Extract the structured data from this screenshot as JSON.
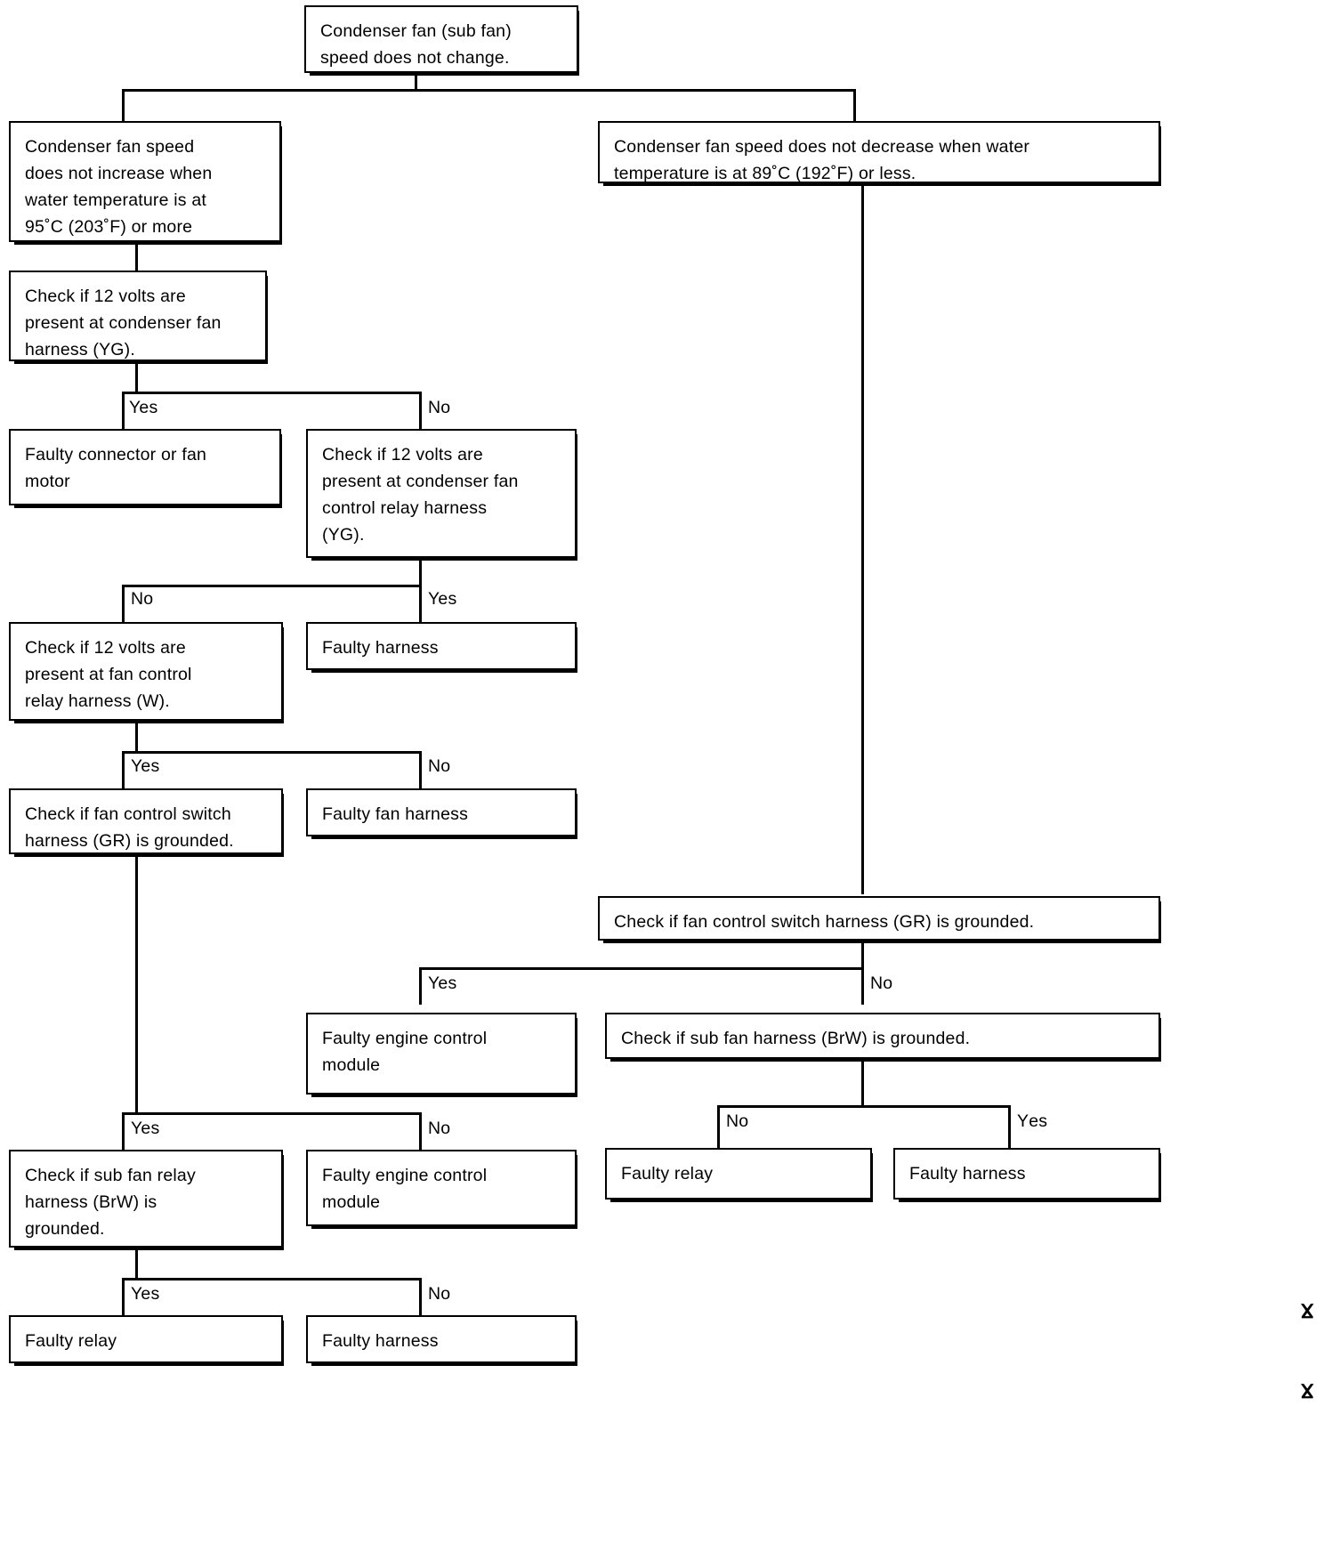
{
  "title": "Condenser fan (sub fan) speed does not change.",
  "chart_data": {
    "type": "diagram",
    "subtype": "troubleshooting-flowchart",
    "title": "Condenser fan (sub fan) speed does not change.",
    "nodes": [
      {
        "id": "root",
        "label": "Condenser fan (sub fan)\nspeed does not change."
      },
      {
        "id": "L1",
        "label": "Condenser fan speed\ndoes not increase when\nwater temperature is at\n95˚C (203˚F) or more"
      },
      {
        "id": "R1",
        "label": "Condenser fan speed does not decrease when water\ntemperature is at 89˚C (192˚F) or less."
      },
      {
        "id": "L2",
        "label": "Check if 12 volts are\npresent at condenser fan\nharness (YG)."
      },
      {
        "id": "L3a",
        "label": "Faulty connector or fan\nmotor"
      },
      {
        "id": "L3b",
        "label": "Check if 12 volts are\npresent at condenser fan\ncontrol relay harness\n(YG)."
      },
      {
        "id": "L4a",
        "label": "Check if 12 volts are\npresent at fan control\nrelay harness (W)."
      },
      {
        "id": "L4b",
        "label": "Faulty harness"
      },
      {
        "id": "L5a",
        "label": "Check if fan control switch\nharness (GR) is grounded."
      },
      {
        "id": "L5b",
        "label": "Faulty fan harness"
      },
      {
        "id": "L6a",
        "label": "Check if sub fan relay\nharness (BrW) is\ngrounded."
      },
      {
        "id": "L6b",
        "label": "Faulty engine control\nmodule"
      },
      {
        "id": "L7a",
        "label": "Faulty relay"
      },
      {
        "id": "L7b",
        "label": "Faulty harness"
      },
      {
        "id": "R2",
        "label": "Check if fan control switch harness (GR) is grounded."
      },
      {
        "id": "R3a",
        "label": "Faulty engine control\nmodule"
      },
      {
        "id": "R3b",
        "label": "Check if sub fan harness (BrW) is grounded."
      },
      {
        "id": "R4a",
        "label": "Faulty relay"
      },
      {
        "id": "R4b",
        "label": "Faulty harness"
      }
    ],
    "edges": [
      {
        "from": "root",
        "to": "L1",
        "label": ""
      },
      {
        "from": "root",
        "to": "R1",
        "label": ""
      },
      {
        "from": "L1",
        "to": "L2",
        "label": ""
      },
      {
        "from": "L2",
        "to": "L3a",
        "label": "Yes"
      },
      {
        "from": "L2",
        "to": "L3b",
        "label": "No"
      },
      {
        "from": "L3b",
        "to": "L4a",
        "label": "No"
      },
      {
        "from": "L3b",
        "to": "L4b",
        "label": "Yes"
      },
      {
        "from": "L4a",
        "to": "L5a",
        "label": "Yes"
      },
      {
        "from": "L4a",
        "to": "L5b",
        "label": "No"
      },
      {
        "from": "L5a",
        "to": "L6a",
        "label": "Yes"
      },
      {
        "from": "L5a",
        "to": "L6b",
        "label": "No"
      },
      {
        "from": "L6a",
        "to": "L7a",
        "label": "Yes"
      },
      {
        "from": "L6a",
        "to": "L7b",
        "label": "No"
      },
      {
        "from": "R1",
        "to": "R2",
        "label": ""
      },
      {
        "from": "R2",
        "to": "R3a",
        "label": "Yes"
      },
      {
        "from": "R2",
        "to": "R3b",
        "label": "No"
      },
      {
        "from": "R3b",
        "to": "R4a",
        "label": "No"
      },
      {
        "from": "R3b",
        "to": "R4b",
        "label": "Yes"
      }
    ]
  },
  "nodes": {
    "root": "Condenser fan (sub fan)\nspeed does not change.",
    "left_symptom": "Condenser fan speed\ndoes not increase when\nwater temperature is at\n95˚C (203˚F) or more",
    "right_symptom": "Condenser fan speed does not decrease when water\ntemperature is at 89˚C (192˚F) or less.",
    "check_condenser_fan_harness": "Check if 12 volts are\npresent at condenser fan\nharness (YG).",
    "faulty_connector_or_fan_motor": "Faulty connector or fan\nmotor",
    "check_condenser_fan_control_relay_harness": "Check if 12 volts are\npresent at condenser fan\ncontrol relay harness\n(YG).",
    "check_fan_control_relay_harness_w": "Check if 12 volts are\npresent at fan control\nrelay harness (W).",
    "faulty_harness_1": "Faulty harness",
    "check_fan_control_switch_harness_left": "Check if fan control switch\nharness (GR) is grounded.",
    "faulty_fan_harness": "Faulty fan harness",
    "check_sub_fan_relay_harness_left": "Check if sub fan relay\nharness (BrW) is\ngrounded.",
    "faulty_engine_control_module_left": "Faulty engine control\nmodule",
    "faulty_relay_left": "Faulty relay",
    "faulty_harness_left_bottom": "Faulty harness",
    "check_fan_control_switch_harness_right": "Check if fan control switch harness (GR) is grounded.",
    "faulty_engine_control_module_right": "Faulty engine control\nmodule",
    "check_sub_fan_harness_right": "Check if sub fan harness (BrW) is grounded.",
    "faulty_relay_right": "Faulty relay",
    "faulty_harness_right": "Faulty harness"
  },
  "branch_labels": {
    "l2_yes": "Yes",
    "l2_no": "No",
    "l3_no": "No",
    "l3_yes": "Yes",
    "l4_yes": "Yes",
    "l4_no": "No",
    "l5_yes": "Yes",
    "l5_no": "No",
    "l6_yes": "Yes",
    "l6_no": "No",
    "r2_yes": "Yes",
    "r2_no": "No",
    "r3_no": "No",
    "r3_yes": "Yеs"
  },
  "margin_marks": {
    "mark_upper": "ⴴ",
    "mark_lower": "ⴴ"
  },
  "colors": {
    "ink": "#000000",
    "paper": "#ffffff"
  }
}
